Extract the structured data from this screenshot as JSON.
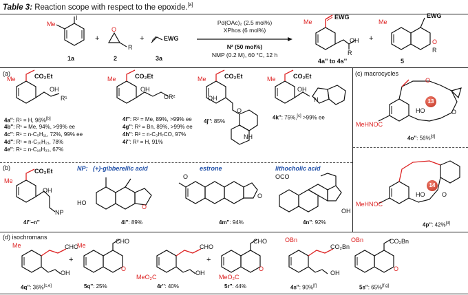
{
  "caption": {
    "table_label": "Table 3:",
    "text": "Reaction scope with respect to the epoxide.",
    "note": "[a]"
  },
  "scheme": {
    "reagent1": "1a",
    "reagent2": "2",
    "reagent3": "3a",
    "ewg": "EWG",
    "r": "R",
    "plus": "+",
    "cond_line1": "Pd(OAc)₂ (2.5 mol%)",
    "cond_line2": "XPhos (6 mol%)",
    "cond_line3": "N² (50 mol%)",
    "cond_line4": "NMP (0.2 M), 60 °C, 12 h",
    "product1": "4a'' to 4s''",
    "product2": "5",
    "oh": "OH",
    "me": "Me"
  },
  "section_a": {
    "label": "(a)",
    "entries": [
      {
        "id": "4a''",
        "text": ": R¹ = H, 96%",
        "note": "[b]"
      },
      {
        "id": "4b''",
        "text": ": R¹ = Me, 94%, >99% ee"
      },
      {
        "id": "4c''",
        "text": ": R¹ = n-C₅H₁₁, 72%, 99% ee"
      },
      {
        "id": "4d''",
        "text": ": R¹ = n-C₁₀H₂₁, 78%"
      },
      {
        "id": "4e''",
        "text": ": R¹ = n-C₁₆H₃₃, 67%"
      }
    ],
    "entries2": [
      {
        "id": "4f''",
        "text": ": R² = Me, 89%, >99% ee"
      },
      {
        "id": "4g''",
        "text": ": R² = Bn, 89%, >99% ee"
      },
      {
        "id": "4h''",
        "text": ": R² = n-C₃H₇CO, 97%"
      },
      {
        "id": "4i''",
        "text": ": R² = H, 91%"
      }
    ],
    "j": {
      "id": "4j''",
      "text": ": 85%"
    },
    "k": {
      "id": "4k''",
      "text": ": 75%,",
      "note": "[c]",
      "tail": " >99% ee"
    }
  },
  "section_b": {
    "label": "(b)",
    "np": "NP:",
    "names": [
      "(+)-gibberellic acid",
      "estrone",
      "lithocholic acid"
    ],
    "entries": [
      {
        "id": "4l''–n''",
        "text": ""
      },
      {
        "id": "4l''",
        "text": ": 89%"
      },
      {
        "id": "4m''",
        "text": ": 94%"
      },
      {
        "id": "4n''",
        "text": ": 92%"
      }
    ]
  },
  "section_c": {
    "label": "(c) macrocycles",
    "o": {
      "id": "4o''",
      "text": ": 56%",
      "note": "[d]",
      "ring": "13"
    },
    "p": {
      "id": "4p''",
      "text": ": 42%",
      "note": "[d]",
      "ring": "14"
    },
    "mehnoc": "MeHNOC"
  },
  "section_d": {
    "label": "(d) isochromans",
    "entries": [
      {
        "id": "4q''",
        "text": ": 36%",
        "note": "[c,e]"
      },
      {
        "id": "5q''",
        "text": ": 25%",
        "note": ""
      },
      {
        "id": "4r''",
        "text": ": 40%",
        "note": ""
      },
      {
        "id": "5r''",
        "text": ": 44%",
        "note": ""
      },
      {
        "id": "4s''",
        "text": ": 90%",
        "note": "[f]"
      },
      {
        "id": "5s''",
        "text": ": 65%",
        "note": "[f,g]"
      }
    ],
    "cho": "CHO",
    "co2me": "MeO₂C",
    "obn": "OBn",
    "co2bn": "CO₂Bn"
  },
  "labels": {
    "co2et": "CO₂Et",
    "oh": "OH",
    "r1": "R¹",
    "or2": "OR²",
    "nh": "NH",
    "np": "NP",
    "me": "Me",
    "o": "O"
  }
}
